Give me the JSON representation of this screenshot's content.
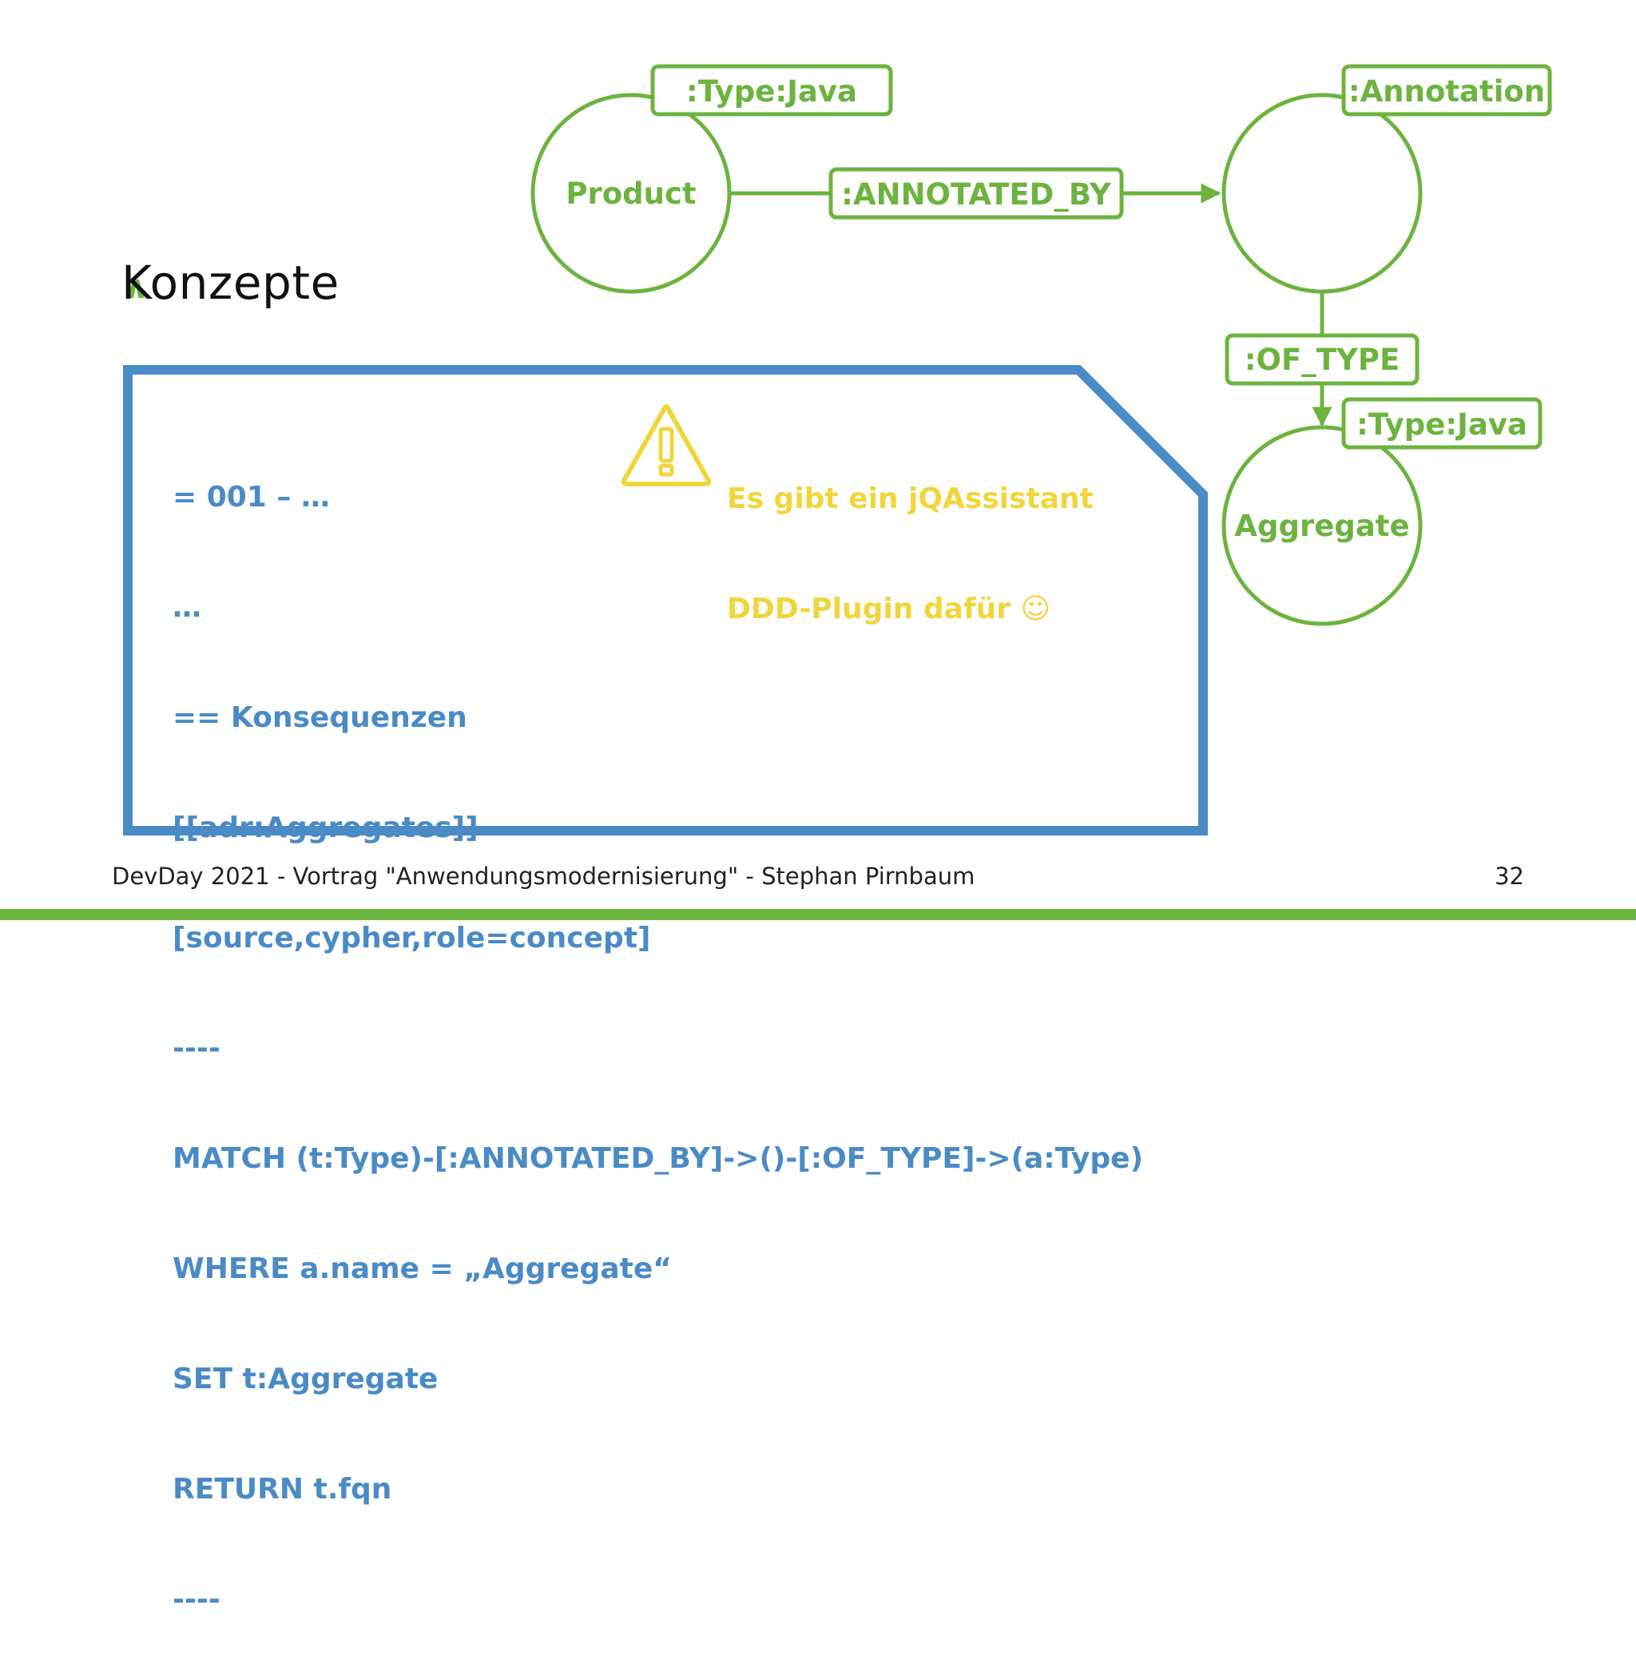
{
  "colors": {
    "accent": "#6db33f",
    "code_border": "#4a8bc6",
    "code_text": "#4a8bc6",
    "warning": "#f0d63c"
  },
  "diagram": {
    "nodes": {
      "product": "Product",
      "annotation": "",
      "aggregate": "Aggregate"
    },
    "labels": {
      "product_type": ":Type:Java",
      "annotation_label": ":Annotation",
      "aggregate_type": ":Type:Java"
    },
    "edges": {
      "annotated_by": ":ANNOTATED_BY",
      "of_type": ":OF_TYPE"
    }
  },
  "slide": {
    "title": "Konzepte",
    "bullet_icon": "chevron-up-icon"
  },
  "code": {
    "lines": [
      "= 001 – …",
      "…",
      "== Konsequenzen",
      "[[adr:Aggregates]]",
      "[source,cypher,role=concept]",
      "----",
      "MATCH (t:Type)-[:ANNOTATED_BY]->()-[:OF_TYPE]->(a:Type)",
      "WHERE a.name = „Aggregate“",
      "SET t:Aggregate",
      "RETURN t.fqn",
      "----"
    ]
  },
  "warning": {
    "icon": "warning-icon",
    "lines": [
      "Es gibt ein jQAssistant",
      "DDD-Plugin dafür ☺"
    ]
  },
  "footer": {
    "text": "DevDay 2021 - Vortrag \"Anwendungsmodernisierung\" - Stephan Pirnbaum",
    "page_number": "32"
  }
}
